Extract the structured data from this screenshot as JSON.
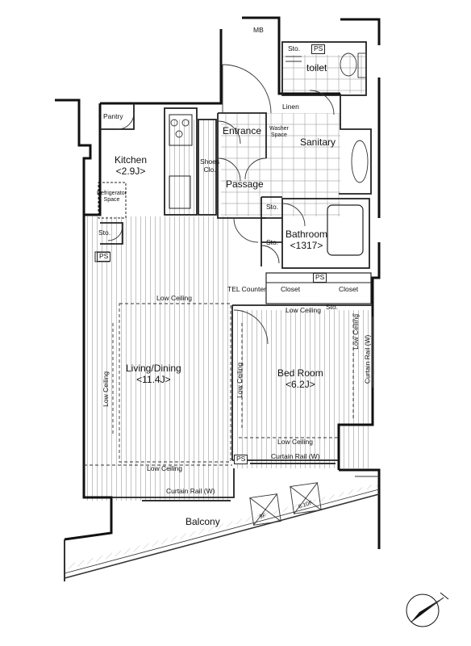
{
  "rooms": {
    "kitchen": "Kitchen",
    "kitchen_size": "<2.9J>",
    "living_dining": "Living/Dining",
    "living_dining_size": "<11.4J>",
    "bed_room": "Bed Room",
    "bed_room_size": "<6.2J>",
    "bathroom": "Bathroom",
    "bathroom_size": "<1317>",
    "entrance": "Entrance",
    "passage": "Passage",
    "sanitary": "Sanitary",
    "toilet": "toilet",
    "balcony": "Balcony"
  },
  "fixtures": {
    "pantry": "Pantry",
    "refrigerator_line1": "Refrigerator",
    "refrigerator_line2": "Space",
    "shoes_line1": "Shoes",
    "shoes_line2": "Clo.",
    "washer_line1": "Washer",
    "washer_line2": "Space",
    "linen": "Linen",
    "mb": "MB",
    "sto": "Sto.",
    "ps": "PS",
    "closet": "Closet",
    "tel_counter": "TEL Counter",
    "low_ceiling": "Low Ceiling",
    "low_ceiling_w": "Low Ceiling",
    "curtain_rail_vertical": "Curtain Rail (W)",
    "curtain_rail": "Curtain Rail (W)",
    "outdoor_unit_1": "9F",
    "outdoor_unit_2": "6.10F"
  },
  "compass": "north-arrow"
}
